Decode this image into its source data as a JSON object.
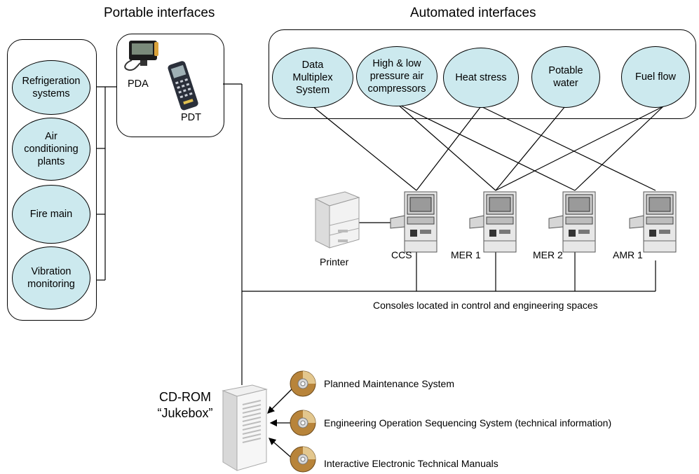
{
  "titles": {
    "portable": "Portable interfaces",
    "automated": "Automated interfaces"
  },
  "portable_systems": [
    "Refrigeration\nsystems",
    "Air\nconditioning\nplants",
    "Fire main",
    "Vibration\nmonitoring"
  ],
  "portable_devices": {
    "pda": "PDA",
    "pdt": "PDT"
  },
  "automated_systems": [
    "Data\nMultiplex\nSystem",
    "High & low\npressure air\ncompressors",
    "Heat stress",
    "Potable\nwater",
    "Fuel flow"
  ],
  "consoles": [
    "CCS",
    "MER 1",
    "MER 2",
    "AMR 1"
  ],
  "printer_label": "Printer",
  "network_caption": "Consoles located in control and engineering spaces",
  "jukebox_label": "CD-ROM\n“Jukebox”",
  "documents": [
    "Planned Maintenance System",
    "Engineering Operation Sequencing System (technical information)",
    "Interactive Electronic Technical Manuals"
  ],
  "colors": {
    "oval_fill": "#cce9ee",
    "line": "#000000"
  }
}
